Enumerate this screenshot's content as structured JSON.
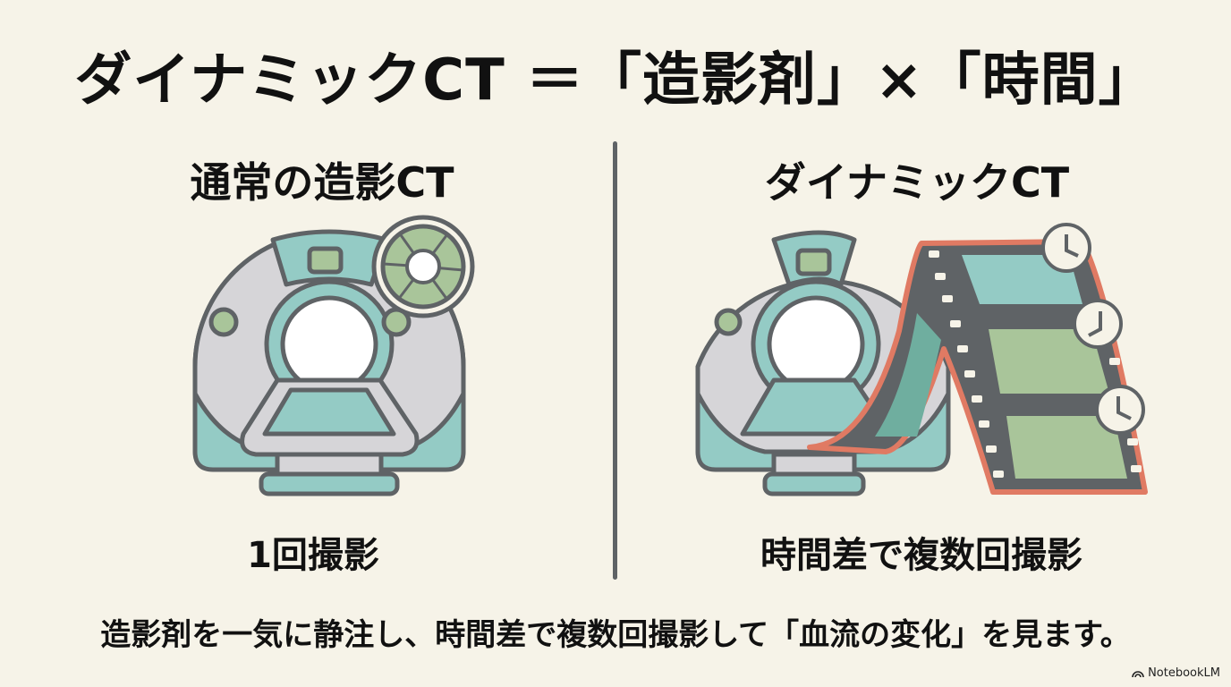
{
  "title": "ダイナミックCT ＝「造影剤」×「時間」",
  "left": {
    "heading": "通常の造影CT",
    "caption": "1回撮影",
    "illustration": "ct-scanner-with-camera-shutter-icon"
  },
  "right": {
    "heading": "ダイナミックCT",
    "caption": "時間差で複数回撮影",
    "illustration": "ct-scanner-with-film-strip-and-clocks-icon"
  },
  "summary": "造影剤を一気に静注し、時間差で複数回撮影して「血流の変化」を見ます。",
  "watermark": "NotebookLM",
  "colors": {
    "background": "#f6f3e8",
    "outline": "#5f6366",
    "teal": "#94cbc5",
    "gray": "#d6d5d8",
    "green": "#a9c59a",
    "film_border": "#e07a63"
  }
}
